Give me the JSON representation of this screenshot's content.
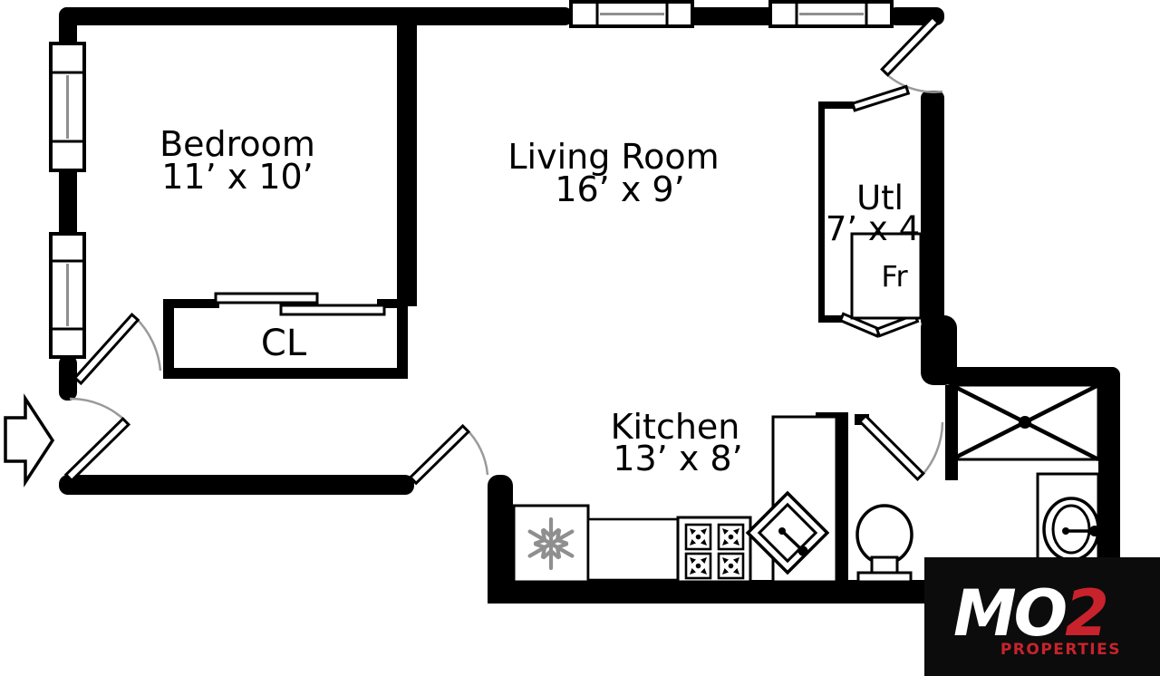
{
  "plan": {
    "rooms": {
      "bedroom": {
        "label": "Bedroom",
        "dims": "11’ x 10’"
      },
      "living_room": {
        "label": "Living Room",
        "dims": "16’ x 9’"
      },
      "kitchen": {
        "label": "Kitchen",
        "dims": "13’ x 8’"
      },
      "utility": {
        "label": "Utl",
        "dims": "7’ x 4"
      },
      "closet": {
        "label": "CL"
      }
    },
    "fixtures": {
      "fridge_label": "Fr"
    },
    "icons": {
      "entry-arrow-icon": "entry direction arrow",
      "snowflake-icon": "refrigerator / freezer",
      "stove-burners-icon": "4-burner stove",
      "kitchen-sink-icon": "corner kitchen sink",
      "shower-icon": "shower pan with X",
      "toilet-icon": "toilet",
      "bath-sink-icon": "vanity sink with faucet",
      "window-icon": "window with pane line",
      "door-arc-icon": "door swing arc",
      "bifold-door-icon": "bifold closet door",
      "sliding-door-icon": "bypass sliding closet doors"
    },
    "colors": {
      "wall": "#000000",
      "swing_arc": "#9a9a9a",
      "pane_line": "#8f8f8f",
      "background": "#ffffff"
    }
  },
  "logo": {
    "mo": "MO",
    "two": "2",
    "tagline": "PROPERTIES",
    "bg": "#0c0c0c",
    "white": "#ffffff",
    "red": "#c8232c"
  }
}
